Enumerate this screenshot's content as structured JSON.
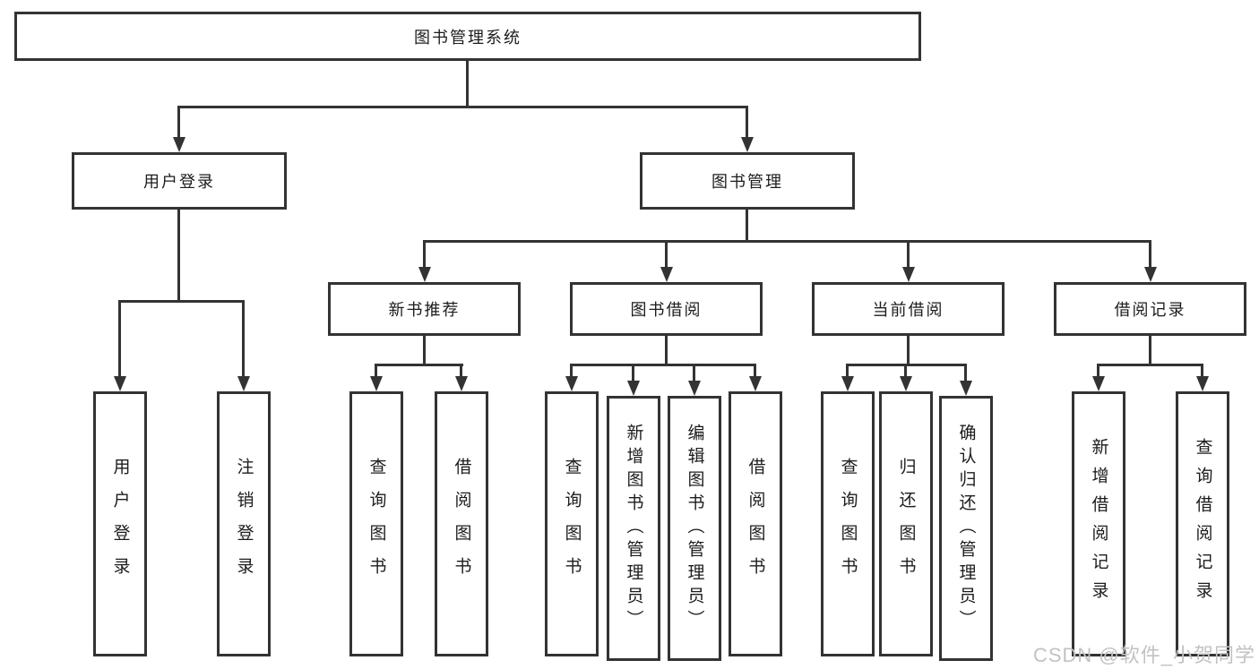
{
  "diagram": {
    "root": {
      "label": "图书管理系统"
    },
    "branches": [
      {
        "label": "用户登录"
      },
      {
        "label": "图书管理"
      }
    ],
    "modules": [
      {
        "label": "新书推荐"
      },
      {
        "label": "图书借阅"
      },
      {
        "label": "当前借阅"
      },
      {
        "label": "借阅记录"
      }
    ],
    "leaves": [
      {
        "label": "用户登录"
      },
      {
        "label": "注销登录"
      },
      {
        "label": "查询图书"
      },
      {
        "label": "借阅图书"
      },
      {
        "label": "查询图书"
      },
      {
        "label": "新增图书（管理员）"
      },
      {
        "label": "编辑图书（管理员）"
      },
      {
        "label": "借阅图书"
      },
      {
        "label": "查询图书"
      },
      {
        "label": "归还图书"
      },
      {
        "label": "确认归还（管理员）"
      },
      {
        "label": "新增借阅记录"
      },
      {
        "label": "查询借阅记录"
      }
    ]
  },
  "watermark": {
    "text": "CSDN @软件_小贺同学"
  },
  "colors": {
    "line": "#333333",
    "text": "#1c1c1c",
    "watermark": "#c2c2c2",
    "background": "#ffffff"
  }
}
